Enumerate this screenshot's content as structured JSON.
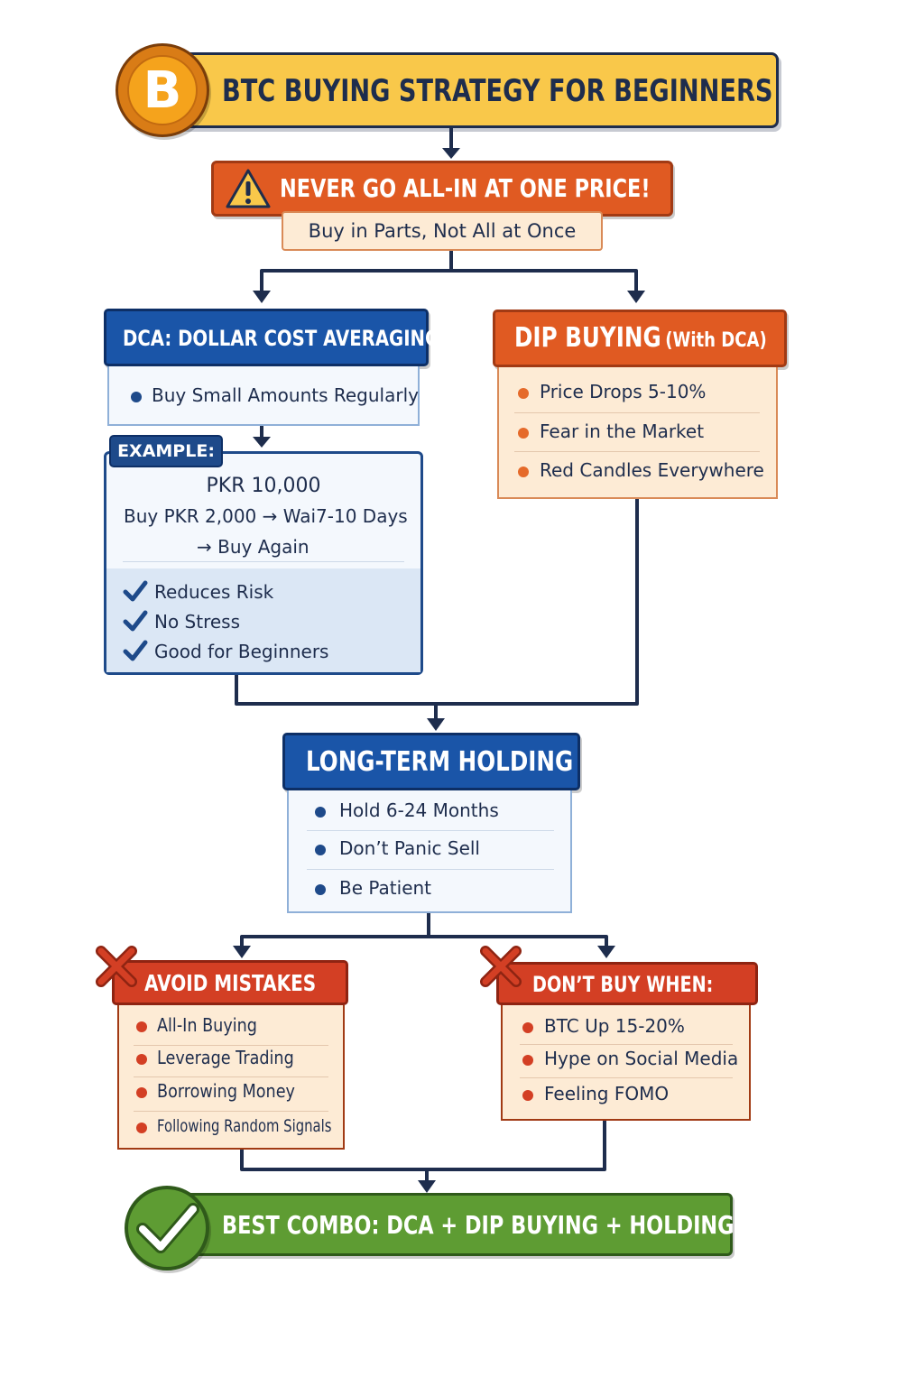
{
  "title": "BTC BUYING STRATEGY FOR BEGINNERS",
  "coin_symbol": "B",
  "warning": {
    "title": "NEVER GO ALL-IN AT ONE PRICE!",
    "subtitle": "Buy in Parts, Not All at Once"
  },
  "dca": {
    "header": "DCA: DOLLAR COST AVERAGING",
    "point": "Buy Small Amounts Regularly",
    "example_label": "EXAMPLE:",
    "example_lines": [
      "PKR 10,000",
      "Buy PKR 2,000 → Wai7-10 Days",
      "→ Buy Again"
    ],
    "benefits": [
      "Reduces Risk",
      "No Stress",
      "Good for Beginners"
    ]
  },
  "dip": {
    "header_main": "DIP BUYING",
    "header_sub": "(With DCA)",
    "items": [
      "Price Drops 5-10%",
      "Fear in the Market",
      "Red Candles Everywhere"
    ]
  },
  "long_term": {
    "header": "LONG-TERM HOLDING",
    "items": [
      "Hold 6-24 Months",
      "Don’t Panic Sell",
      "Be Patient"
    ]
  },
  "avoid": {
    "header": "AVOID MISTAKES",
    "items": [
      "All-In Buying",
      "Leverage Trading",
      "Borrowing Money",
      "Following Random Signals"
    ]
  },
  "dont_buy": {
    "header": "DON’T BUY WHEN:",
    "items": [
      "BTC Up 15-20%",
      "Hype on Social Media",
      "Feeling FOMO"
    ]
  },
  "best_combo": "BEST COMBO:  DCA + DIP BUYING + HOLDING",
  "colors": {
    "navy": "#1e2d4d",
    "blue": "#1a55a8",
    "orange": "#e05a22",
    "red": "#d33f24",
    "green": "#5e9c33",
    "yellow": "#f9c84a"
  }
}
